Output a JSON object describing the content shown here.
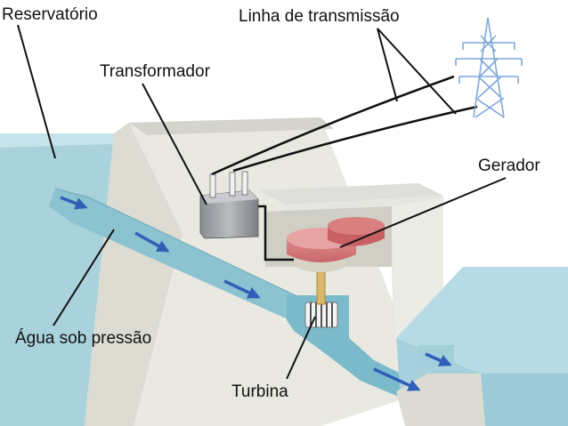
{
  "labels": {
    "reservoir": "Reservatório",
    "transmission_line": "Linha de transmissão",
    "transformer": "Transformador",
    "generator": "Gerador",
    "pressurized_water": "Água sob pressão",
    "turbine": "Turbina"
  },
  "icons": {
    "tower": "transmission-tower-icon",
    "flow_arrow": "flow-arrow-icon"
  },
  "colors": {
    "water": "#a9d2dc",
    "water_dark": "#6fb2c6",
    "dam_light": "#e9e9e2",
    "dam_shadow": "#cfcfc6",
    "generator": "#d9787a",
    "arrow": "#2f5fb8",
    "tower": "#7fa9d9",
    "line": "#111111"
  }
}
